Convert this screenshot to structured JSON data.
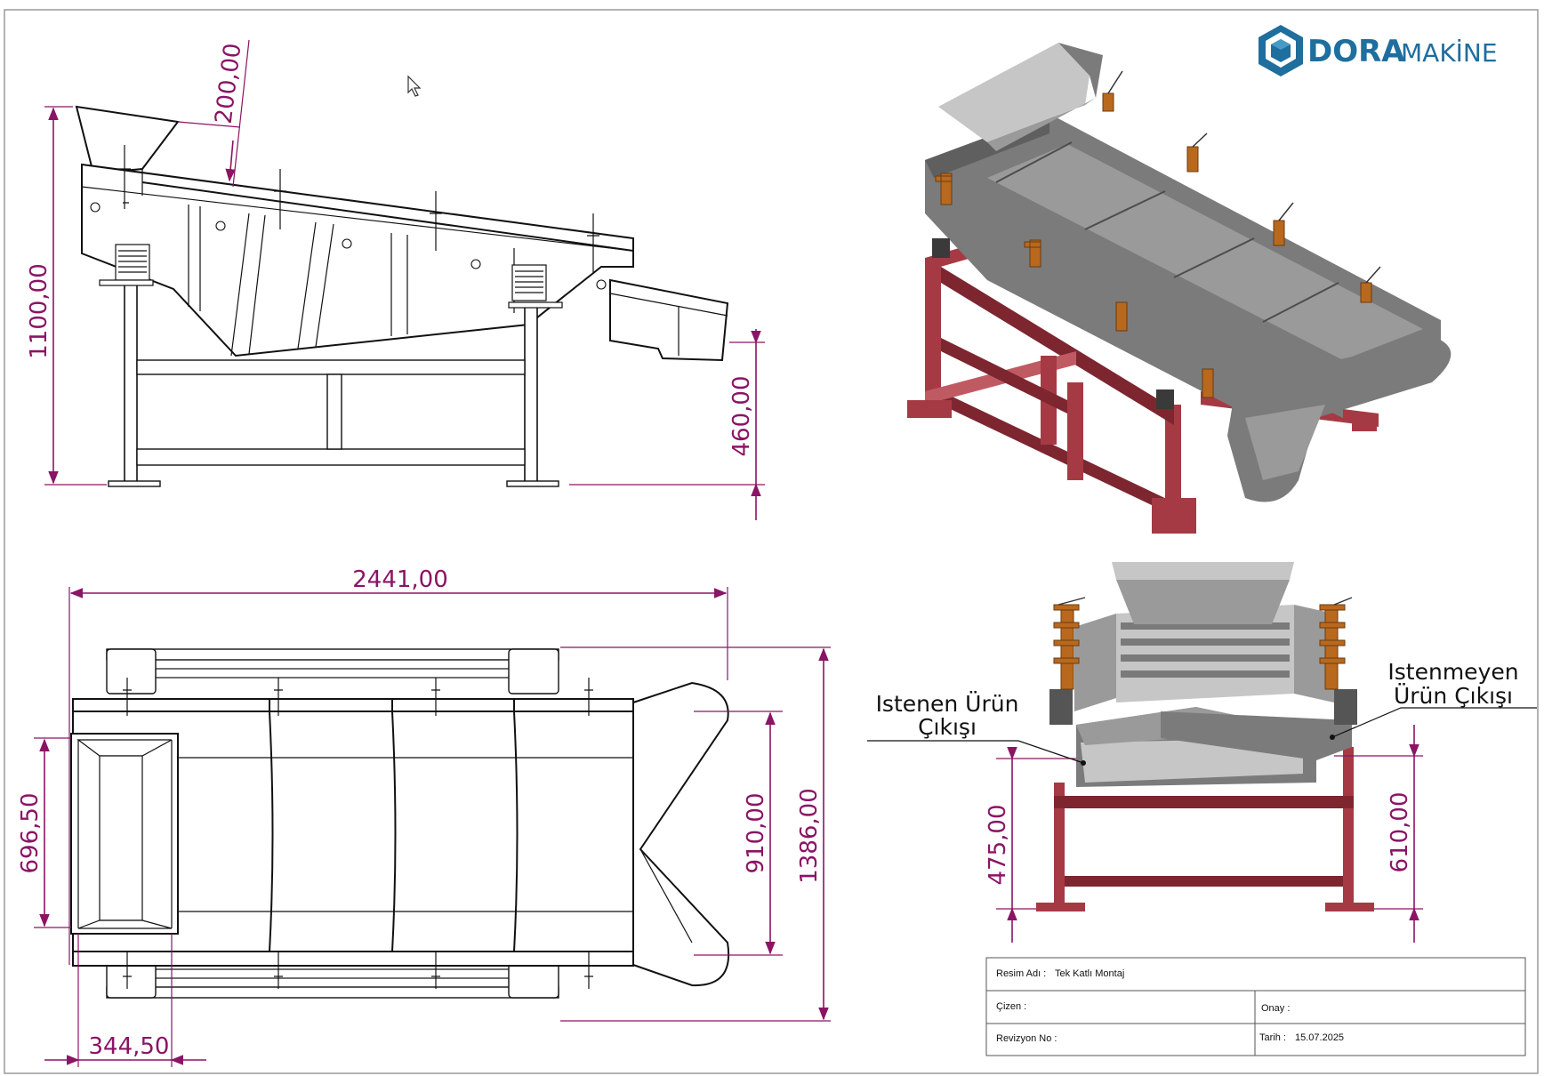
{
  "logo": {
    "word1": "DORA",
    "word2": "MAKİNE"
  },
  "side_view": {
    "dim_hopper_height": "200,00",
    "dim_total_height": "1100,00",
    "dim_outlet_height": "460,00"
  },
  "top_view": {
    "dim_length": "2441,00",
    "dim_hopper_width": "696,50",
    "dim_inner_width": "910,00",
    "dim_total_width": "1386,00",
    "dim_hopper_offset": "344,50"
  },
  "front_view": {
    "dim_left_outlet": "475,00",
    "dim_right_outlet": "610,00",
    "callout_left": [
      "Istenen Ürün",
      "Çıkışı"
    ],
    "callout_right": [
      "Istenmeyen",
      "Ürün Çıkışı"
    ]
  },
  "title_block": {
    "name_label": "Resim Adı :",
    "name_value": "Tek Katlı Montaj",
    "drawn_label": "Çizen :",
    "approval_label": "Onay :",
    "revision_label": "Revizyon No :",
    "date_label": "Tarih :",
    "date_value": "15.07.2025"
  },
  "colors": {
    "dimension": "#8B1465",
    "frame": "#a63a44",
    "body": "#7b7b7b",
    "clamp": "#b8691e",
    "logo": "#1E6E9E"
  },
  "icons": [
    "mouse-cursor-icon",
    "dora-logo-cube-icon"
  ]
}
